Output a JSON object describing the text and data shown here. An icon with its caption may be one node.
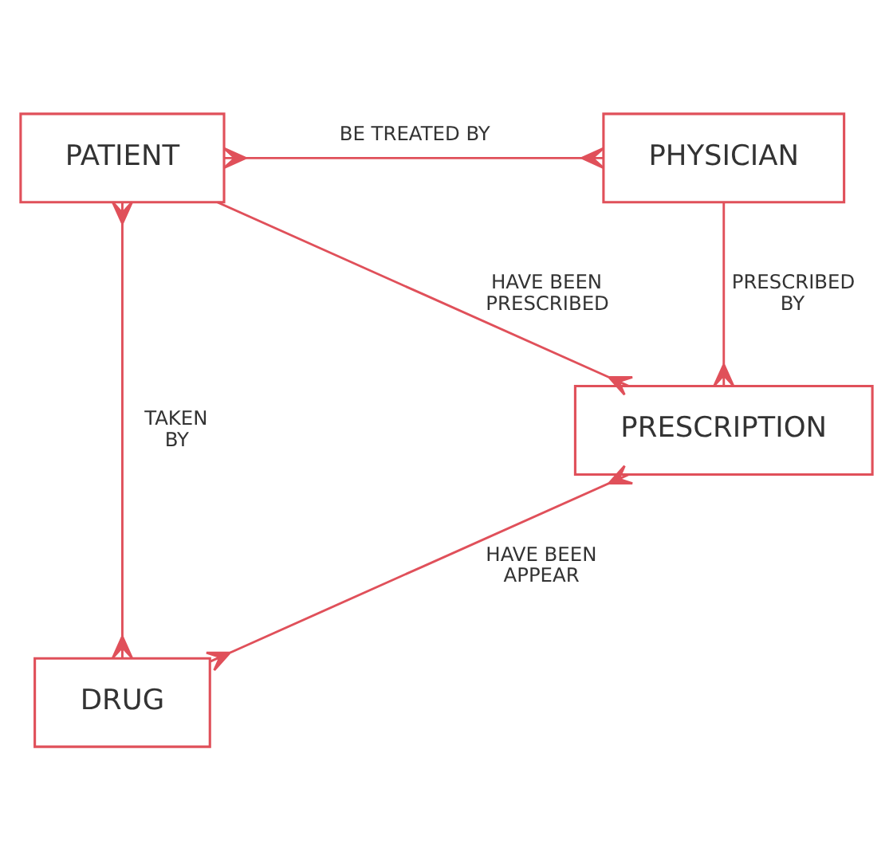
{
  "diagram": {
    "nodes": [
      {
        "text": [
          "PATIENT"
        ]
      },
      {
        "text": [
          "PHYSICIAN"
        ]
      },
      {
        "text": [
          "PRESCRIPTION"
        ]
      },
      {
        "text": [
          "DRUG"
        ]
      }
    ],
    "edges": [
      {
        "from": 0,
        "to": 1,
        "arrow": "other",
        "label": "BE TREATED BY"
      },
      {
        "from": 1,
        "to": 2,
        "arrow": "other",
        "label": "PRESCRIBED BY"
      },
      {
        "from": 0,
        "to": 3,
        "arrow": "other",
        "label": "TAKEN BY"
      },
      {
        "from": 0,
        "to": 2,
        "arrow": "other",
        "label": "HAVE BEEN PRESCRIBED"
      },
      {
        "from": 2,
        "to": 3,
        "arrow": "other",
        "label": "HAVE BEEN APPEAR"
      }
    ]
  }
}
